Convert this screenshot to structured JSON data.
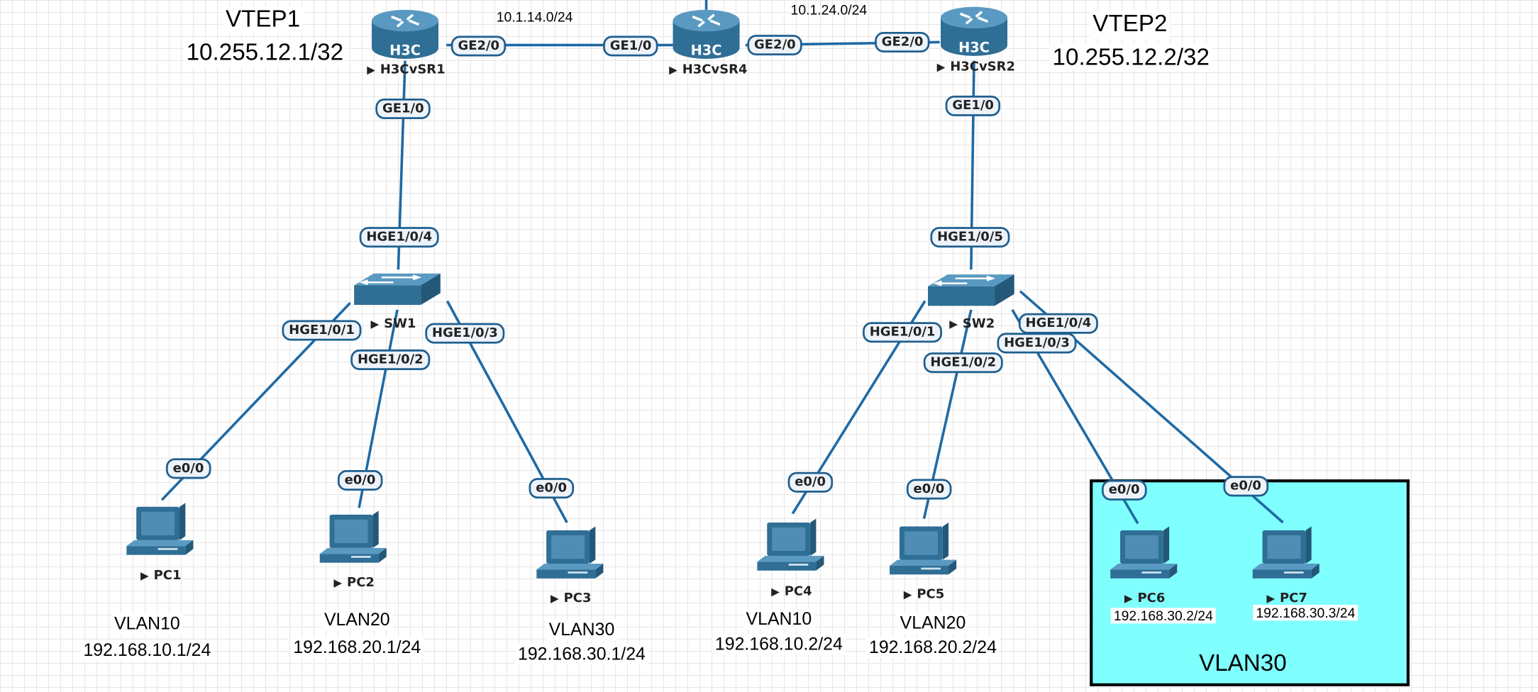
{
  "colors": {
    "link": "#1f6aa5",
    "device": "#2f6e95",
    "highlight": "#80ffff"
  },
  "vteps": [
    {
      "name": "VTEP1",
      "ip": "10.255.12.1/32"
    },
    {
      "name": "VTEP2",
      "ip": "10.255.12.2/32"
    }
  ],
  "subnets": {
    "r1_r4": "10.1.14.0/24",
    "r4_r2": "10.1.24.0/24"
  },
  "routers": [
    {
      "name": "H3CvSR1",
      "logo": "H3C"
    },
    {
      "name": "H3CvSR4",
      "logo": "H3C"
    },
    {
      "name": "H3CvSR2",
      "logo": "H3C"
    }
  ],
  "switches": [
    {
      "name": "SW1"
    },
    {
      "name": "SW2"
    }
  ],
  "pcs": [
    {
      "name": "PC1"
    },
    {
      "name": "PC2"
    },
    {
      "name": "PC3"
    },
    {
      "name": "PC4"
    },
    {
      "name": "PC5"
    },
    {
      "name": "PC6"
    },
    {
      "name": "PC7"
    }
  ],
  "ports": {
    "r1_ge20": "GE2/0",
    "r4_ge10": "GE1/0",
    "r4_ge20": "GE2/0",
    "r2_ge20": "GE2/0",
    "r1_ge10": "GE1/0",
    "r2_ge10": "GE1/0",
    "sw1_hge104": "HGE1/0/4",
    "sw1_hge101": "HGE1/0/1",
    "sw1_hge102": "HGE1/0/2",
    "sw1_hge103": "HGE1/0/3",
    "sw2_hge105": "HGE1/0/5",
    "sw2_hge101": "HGE1/0/1",
    "sw2_hge102": "HGE1/0/2",
    "sw2_hge104": "HGE1/0/4",
    "sw2_hge103": "HGE1/0/3",
    "pc_e00": "e0/0"
  },
  "hosts": [
    {
      "vlan": "VLAN10",
      "ip": "192.168.10.1/24"
    },
    {
      "vlan": "VLAN20",
      "ip": "192.168.20.1/24"
    },
    {
      "vlan": "VLAN30",
      "ip": "192.168.30.1/24"
    },
    {
      "vlan": "VLAN10",
      "ip": "192.168.10.2/24"
    },
    {
      "vlan": "VLAN20",
      "ip": "192.168.20.2/24"
    },
    {
      "ip": "192.168.30.2/24"
    },
    {
      "ip": "192.168.30.3/24"
    }
  ],
  "group_label": "VLAN30"
}
